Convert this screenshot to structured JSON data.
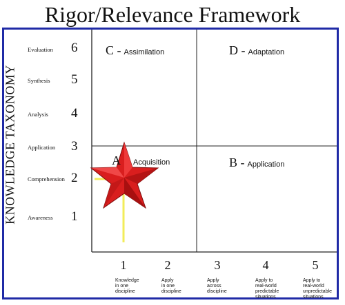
{
  "title": "Rigor/Relevance Framework",
  "y_axis_label": "KNOWLEDGE TAXONOMY",
  "knowledge_levels": [
    {
      "num": "6",
      "name": "Evaluation"
    },
    {
      "num": "5",
      "name": "Synthesis"
    },
    {
      "num": "4",
      "name": "Analysis"
    },
    {
      "num": "3",
      "name": "Application"
    },
    {
      "num": "2",
      "name": "Comprehension"
    },
    {
      "num": "1",
      "name": "Awareness"
    }
  ],
  "quadrants": {
    "c": {
      "letter": "C -",
      "name": "Assimilation"
    },
    "d": {
      "letter": "D -",
      "name": "Adaptation"
    },
    "a": {
      "letter": "A",
      "name": "Acquisition"
    },
    "b": {
      "letter": "B -",
      "name": "Application"
    }
  },
  "application_levels": [
    {
      "num": "1",
      "desc": [
        "Knowledge",
        "in one",
        "discipline"
      ]
    },
    {
      "num": "2",
      "desc": [
        "Apply",
        "in one",
        "discipline"
      ]
    },
    {
      "num": "3",
      "desc": [
        "Apply",
        "across",
        "discipline"
      ]
    },
    {
      "num": "4",
      "desc": [
        "Apply to",
        "real-world",
        "predictable",
        "situations"
      ]
    },
    {
      "num": "5",
      "desc": [
        "Apply to",
        "real-world",
        "unpredictable",
        "situations"
      ]
    }
  ],
  "marker": {
    "knowledge_level": 2,
    "application_level": 1,
    "shape": "star-icon",
    "color": "#d91e1e",
    "guide_color": "#f2ec5a"
  },
  "colors": {
    "frame": "#1f2aa6",
    "grid": "#222222"
  }
}
